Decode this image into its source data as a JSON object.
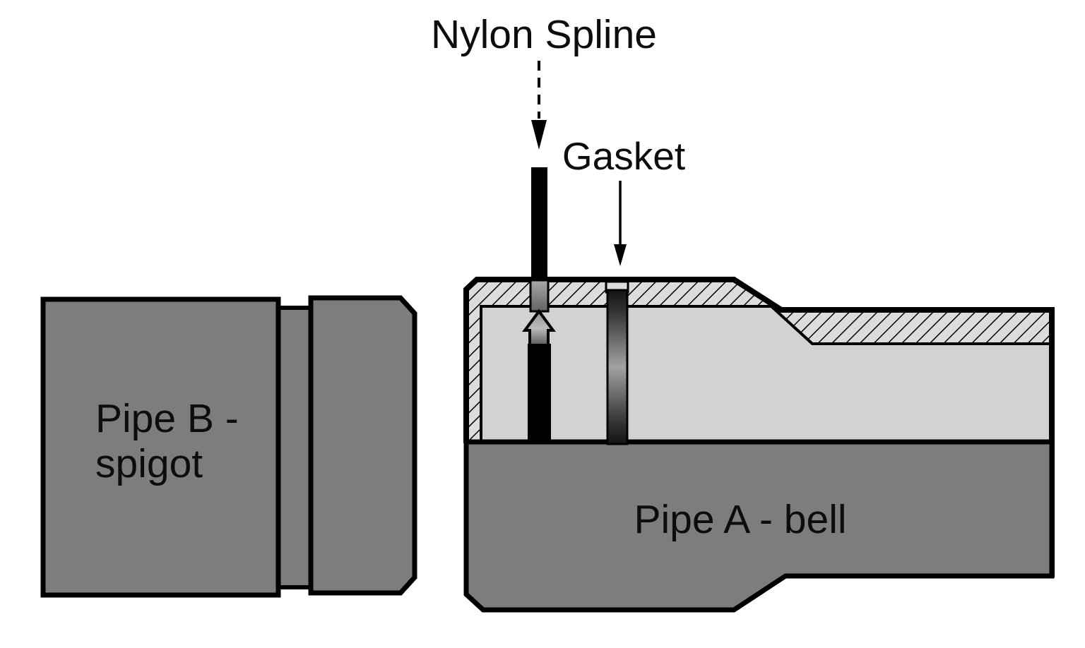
{
  "diagram": {
    "type": "technical-cross-section",
    "subject": "gasketed pipe bell and spigot joint with nylon spline lock"
  },
  "labels": {
    "nylon_spline": "Nylon Spline",
    "gasket": "Gasket",
    "pipe_b_line1": "Pipe B -",
    "pipe_b_line2": "spigot",
    "pipe_a": "Pipe A - bell"
  },
  "icons": {
    "nylon_spline_pointer": "dashed-arrow-down-icon",
    "gasket_pointer": "arrow-down-icon",
    "spline_insertion": "arrow-up-icon"
  },
  "colors": {
    "background": "#ffffff",
    "outline": "#000000",
    "pipe_gray": "#7d7d7d",
    "bell_interior_gray": "#d2d2d2",
    "hatch_background": "#dcdcdc",
    "spline_black": "#000000",
    "slot_gray_top": "#a8a8a8",
    "slot_gray_bottom": "#636363",
    "gasket_dark": "#141414",
    "gasket_light": "#a2a2a2",
    "text_color": "#0d0d0d"
  }
}
